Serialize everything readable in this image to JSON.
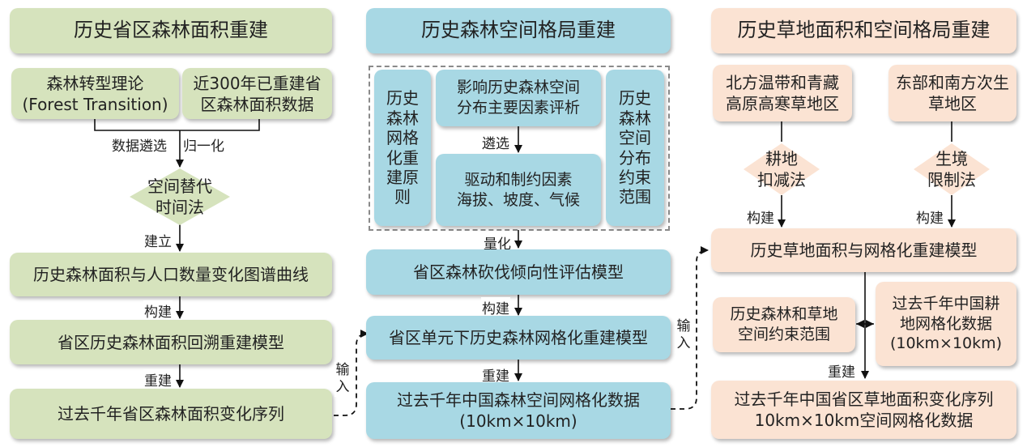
{
  "columns": {
    "left_title": "历史省区森林面积重建",
    "middle_title": "历史森林空间格局重建",
    "right_title": "历史草地面积和空间格局重建"
  },
  "left": {
    "theory": "森林转型理论\n(Forest Transition)",
    "data300": "近300年已重建省\n区森林面积数据",
    "label_filter": "数据遴选",
    "label_normalize": "归一化",
    "diamond": "空间替代\n时间法",
    "label_build": "建立",
    "curve": "历史森林面积与人口数量变化图谱曲线",
    "label_construct": "构建",
    "model": "省区历史森林面积回溯重建模型",
    "label_rebuild": "重建",
    "series": "过去千年省区森林面积变化序列"
  },
  "middle": {
    "principles": "历史森林网格化重建原则",
    "factor_eval": "影响历史森林空间\n分布主要因素评析",
    "label_select": "遴选",
    "drivers": "驱动和制约因素\n海拔、坡度、气候",
    "constraint": "历史森林空间分布约束范围",
    "label_quantify": "量化",
    "logging_model": "省区森林砍伐倾向性评估模型",
    "label_construct": "构建",
    "grid_model": "省区单元下历史森林网格化重建模型",
    "label_rebuild": "重建",
    "grid_data": "过去千年中国森林空间网格化数据\n(10km×10km)",
    "label_input_left": "输入",
    "label_input_right": "输入"
  },
  "right": {
    "north": "北方温带和青藏\n高原高寒草地区",
    "east": "东部和南方次生\n草地区",
    "diamond_a": "耕地\n扣减法",
    "diamond_b": "生境\n限制法",
    "label_construct_a": "构建",
    "label_construct_b": "构建",
    "grass_model": "历史草地面积与网格化重建模型",
    "constraint": "历史森林和草地\n空间约束范围",
    "cropland": "过去千年中国耕\n地网格化数据\n(10km×10km)",
    "label_rebuild": "重建",
    "series": "过去千年中国省区草地面积变化序列\n10km×10km空间网格化数据"
  },
  "colors": {
    "green": "#d6e3bd",
    "blue": "#a8d8e4",
    "peach": "#fbe3d3",
    "line": "#111111",
    "dash": "#8a8a8a"
  }
}
